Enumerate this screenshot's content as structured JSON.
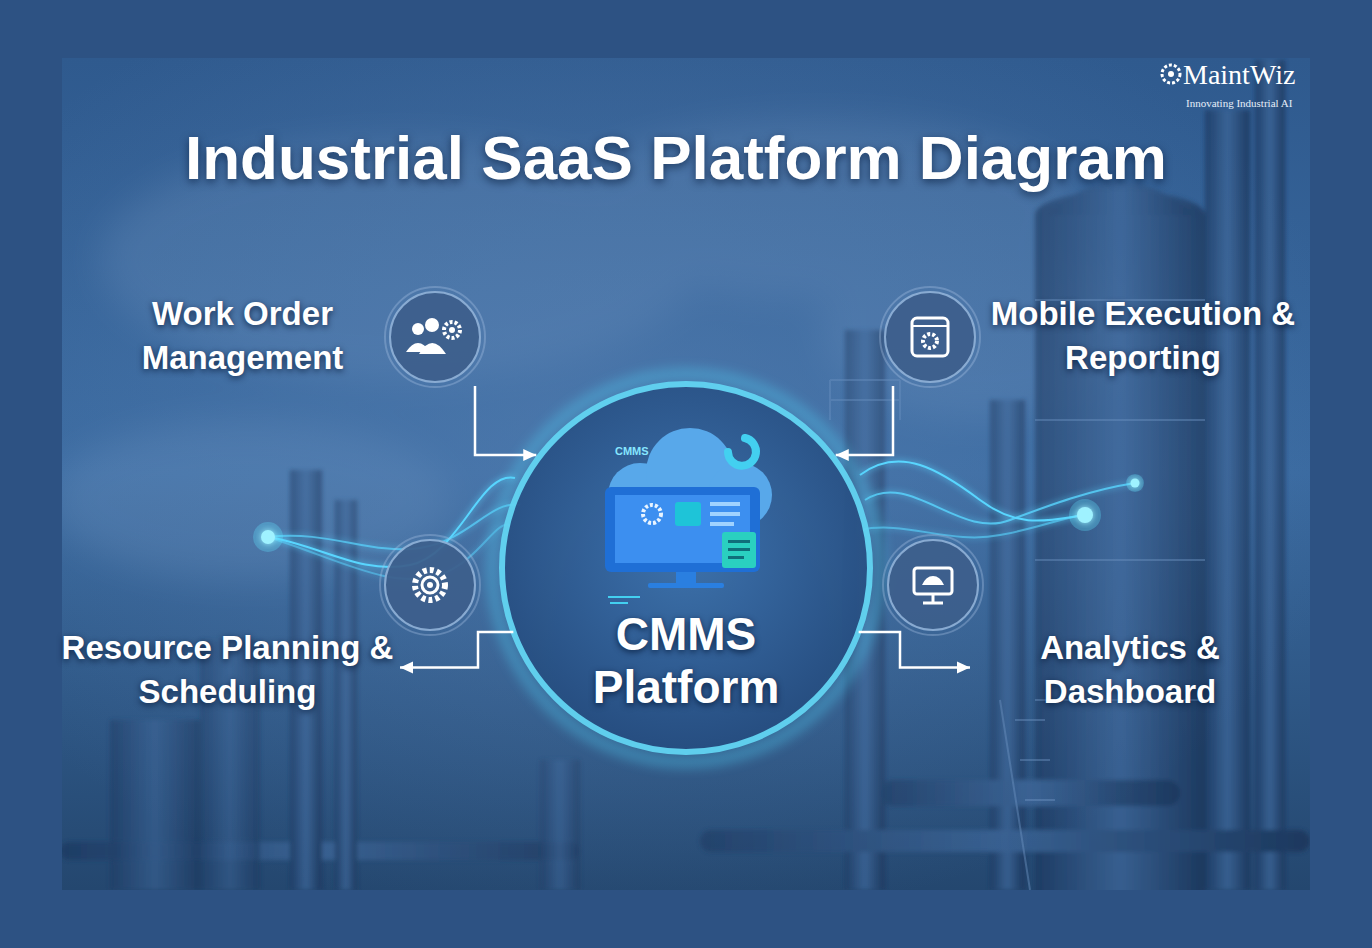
{
  "diagram": {
    "title": "Industrial SaaS Platform Diagram",
    "nodes": [
      {
        "text": [
          "Work Order Management"
        ]
      },
      {
        "text": [
          "Mobile Execution & Reporting"
        ]
      },
      {
        "text": [
          "CMMS Platform"
        ]
      },
      {
        "text": [
          "Resource Planning & Scheduling"
        ]
      },
      {
        "text": [
          "Analytics & Dashboard"
        ]
      }
    ],
    "edges": [
      {
        "from": 0,
        "to": 2,
        "arrow": "to"
      },
      {
        "from": 1,
        "to": 2,
        "arrow": "to"
      },
      {
        "from": 2,
        "to": 3,
        "arrow": "to"
      },
      {
        "from": 2,
        "to": 4,
        "arrow": "to"
      }
    ],
    "labels": [
      "MaintWiz",
      "Innovating Industrial AI",
      "CMMS"
    ]
  }
}
